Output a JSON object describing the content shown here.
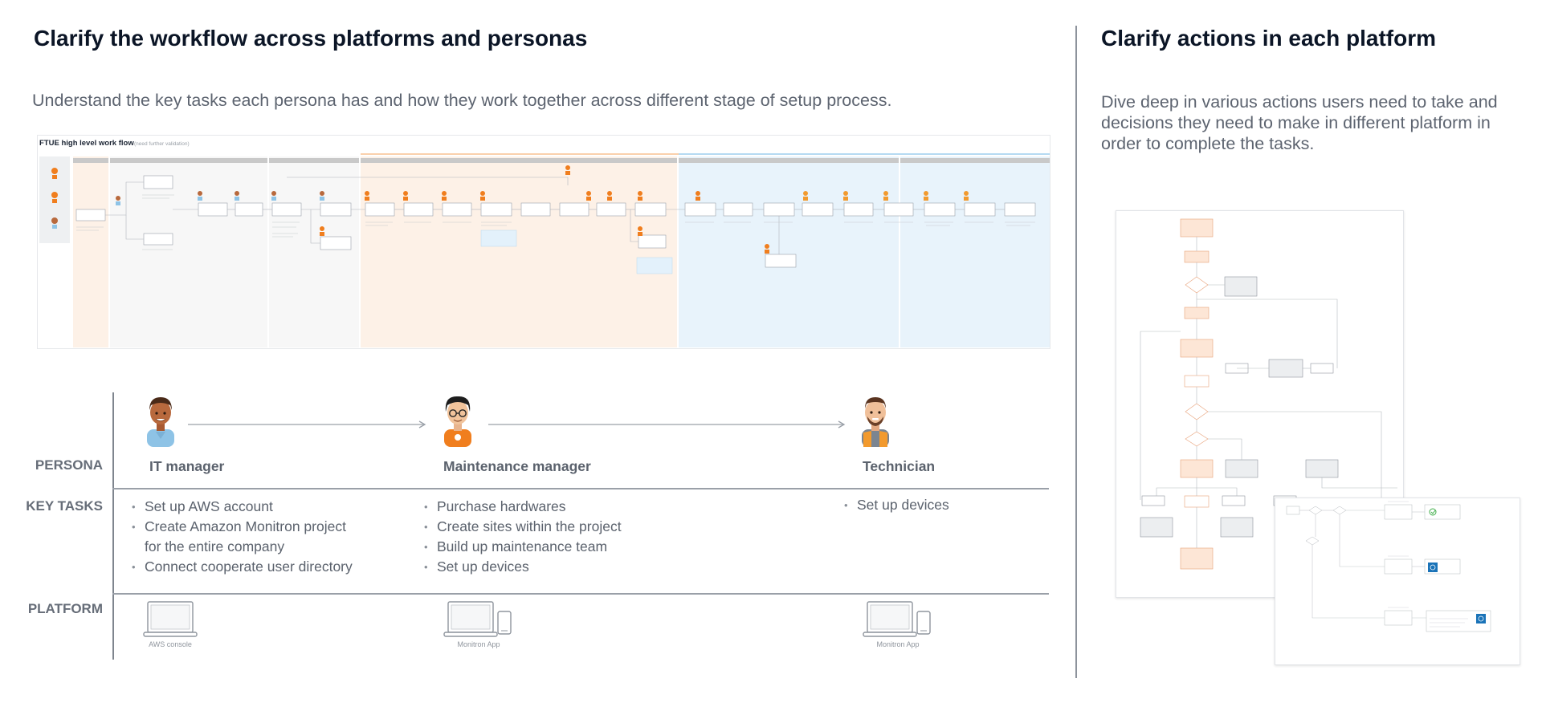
{
  "left": {
    "title": "Clarify the workflow across platforms and personas",
    "description": "Understand the key tasks each persona has and how they work together across different stage of setup process.",
    "workflow": {
      "heading": "FTUE high level work flow",
      "subheading": "(need further validation)"
    }
  },
  "table": {
    "row_labels": [
      "PERSONA",
      "KEY TASKS",
      "PLATFORM"
    ],
    "personas": [
      {
        "name": "IT manager",
        "tasks": [
          "Set up AWS account",
          "Create Amazon Monitron project",
          "for the entire company",
          "Connect cooperate user directory"
        ],
        "platform": "AWS console"
      },
      {
        "name": "Maintenance manager",
        "tasks": [
          "Purchase hardwares",
          "Create sites within the project",
          "Build up maintenance team",
          "Set up devices"
        ],
        "platform": "Monitron App"
      },
      {
        "name": "Technician",
        "tasks": [
          "Set up devices"
        ],
        "platform": "Monitron App"
      }
    ]
  },
  "right": {
    "title": "Clarify actions in each platform",
    "description_lines": [
      "Dive deep in various actions users need to take and",
      "decisions they need to make in different platform in",
      "order to complete the tasks."
    ]
  },
  "colors": {
    "skin_it": "#b8693d",
    "shirt_it": "#8ec3e6",
    "shirt_mm": "#f07e1e",
    "vest_tech": "#f29a2e",
    "lane_orange": "#fdf1e7",
    "lane_blue": "#e8f3fb"
  }
}
